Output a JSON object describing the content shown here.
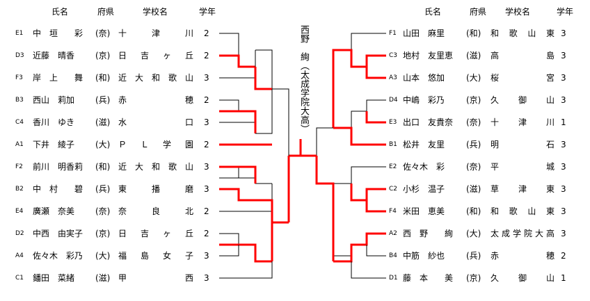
{
  "headers": {
    "left": {
      "name": "氏名",
      "pref": "府県",
      "school": "学校名",
      "grade": "学年"
    },
    "right": {
      "name": "氏名",
      "pref": "府県",
      "school": "学校名",
      "grade": "学年"
    }
  },
  "champion": "西野　絢（太成学院大高）",
  "left_players": [
    {
      "seed": "E1",
      "name": "中　垣　　彩",
      "pref": "(奈)",
      "school": "十　津　川",
      "grade": "2"
    },
    {
      "seed": "D3",
      "name": "近藤　晴香",
      "pref": "(京)",
      "school": "日　吉　ヶ　丘",
      "grade": "2"
    },
    {
      "seed": "F3",
      "name": "岸　上　　舞",
      "pref": "(和)",
      "school": "近大和歌山",
      "grade": "3"
    },
    {
      "seed": "B3",
      "name": "西山　莉加",
      "pref": "(兵)",
      "school": "赤　　穂",
      "grade": "2"
    },
    {
      "seed": "C4",
      "name": "香川　ゆき",
      "pref": "(滋)",
      "school": "水　　口",
      "grade": "3"
    },
    {
      "seed": "A1",
      "name": "下井　綾子",
      "pref": "(大)",
      "school": "ＰＬ学園",
      "grade": "2"
    },
    {
      "seed": "F2",
      "name": "前川　明香莉",
      "pref": "(和)",
      "school": "近大和歌山",
      "grade": "3"
    },
    {
      "seed": "B2",
      "name": "中　村　　碧",
      "pref": "(兵)",
      "school": "東　播　磨",
      "grade": "3"
    },
    {
      "seed": "E4",
      "name": "廣瀬　奈美",
      "pref": "(奈)",
      "school": "奈　良　北",
      "grade": "2"
    },
    {
      "seed": "D2",
      "name": "中西　由実子",
      "pref": "(京)",
      "school": "日　吉　ヶ　丘",
      "grade": "2"
    },
    {
      "seed": "A4",
      "name": "佐々木　彩乃",
      "pref": "(大)",
      "school": "福　島　女　子",
      "grade": "3"
    },
    {
      "seed": "C1",
      "name": "鐇田　菜緒",
      "pref": "(滋)",
      "school": "甲　　西",
      "grade": "3"
    }
  ],
  "right_players": [
    {
      "seed": "F1",
      "name": "山田　麻里",
      "pref": "(和)",
      "school": "和歌山東",
      "grade": "3"
    },
    {
      "seed": "C3",
      "name": "地村　友里恵",
      "pref": "(滋)",
      "school": "高　　島",
      "grade": "3"
    },
    {
      "seed": "A3",
      "name": "山本　悠加",
      "pref": "(大)",
      "school": "桜　　宮",
      "grade": "3"
    },
    {
      "seed": "D4",
      "name": "中嶋　彩乃",
      "pref": "(京)",
      "school": "久　御　山",
      "grade": "3"
    },
    {
      "seed": "E3",
      "name": "出口　友貴奈",
      "pref": "(奈)",
      "school": "十　津　川",
      "grade": "1"
    },
    {
      "seed": "B1",
      "name": "松井　友里",
      "pref": "(兵)",
      "school": "明　　石",
      "grade": "3"
    },
    {
      "seed": "E2",
      "name": "佐々木　彩",
      "pref": "(奈)",
      "school": "平　　城",
      "grade": "3"
    },
    {
      "seed": "C2",
      "name": "小杉　温子",
      "pref": "(滋)",
      "school": "草　津　東",
      "grade": "3"
    },
    {
      "seed": "F4",
      "name": "米田　恵美",
      "pref": "(和)",
      "school": "和歌山東",
      "grade": "3"
    },
    {
      "seed": "A2",
      "name": "西　野　　絢",
      "pref": "(大)",
      "school": "太成学院大高",
      "grade": "3"
    },
    {
      "seed": "B4",
      "name": "中筋　紗也",
      "pref": "(兵)",
      "school": "赤　　穂",
      "grade": "2"
    },
    {
      "seed": "D1",
      "name": "藤　本　　美",
      "pref": "(京)",
      "school": "久　御　山",
      "grade": "1"
    }
  ],
  "colors": {
    "win_line": "#ff0000",
    "line": "#000000"
  }
}
